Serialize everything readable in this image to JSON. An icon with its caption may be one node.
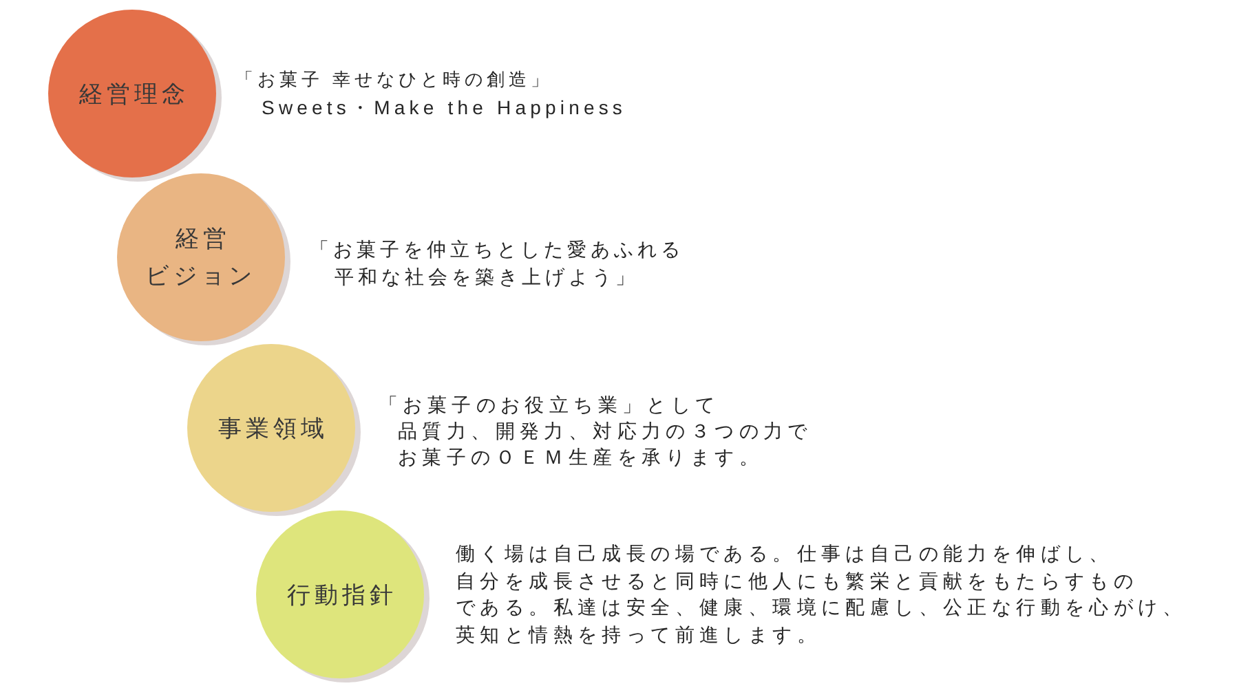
{
  "diagram": {
    "nodes": [
      {
        "text": [
          "経営理念"
        ],
        "beside": [
          "「お菓子 幸せなひと時の創造」",
          "Sweets・Make the Happiness"
        ]
      },
      {
        "text": [
          "経営ビジョン"
        ],
        "beside": [
          "「お菓子を仲立ちとした愛あふれる平和な社会を築き上げよう」"
        ]
      },
      {
        "text": [
          "事業領域"
        ],
        "beside": [
          "「お菓子のお役立ち業」として品質力、開発力、対応力の３つの力でお菓子のＯＥＭ生産を承ります。"
        ]
      },
      {
        "text": [
          "行動指針"
        ],
        "beside": [
          "働く場は自己成長の場である。仕事は自己の能力を伸ばし、自分を成長させると同時に他人にも繁栄と貢献をもたらすものである。私達は安全、健康、環境に配慮し、公正な行動を心がけ、英知と情熱を持って前進します。"
        ]
      }
    ]
  }
}
